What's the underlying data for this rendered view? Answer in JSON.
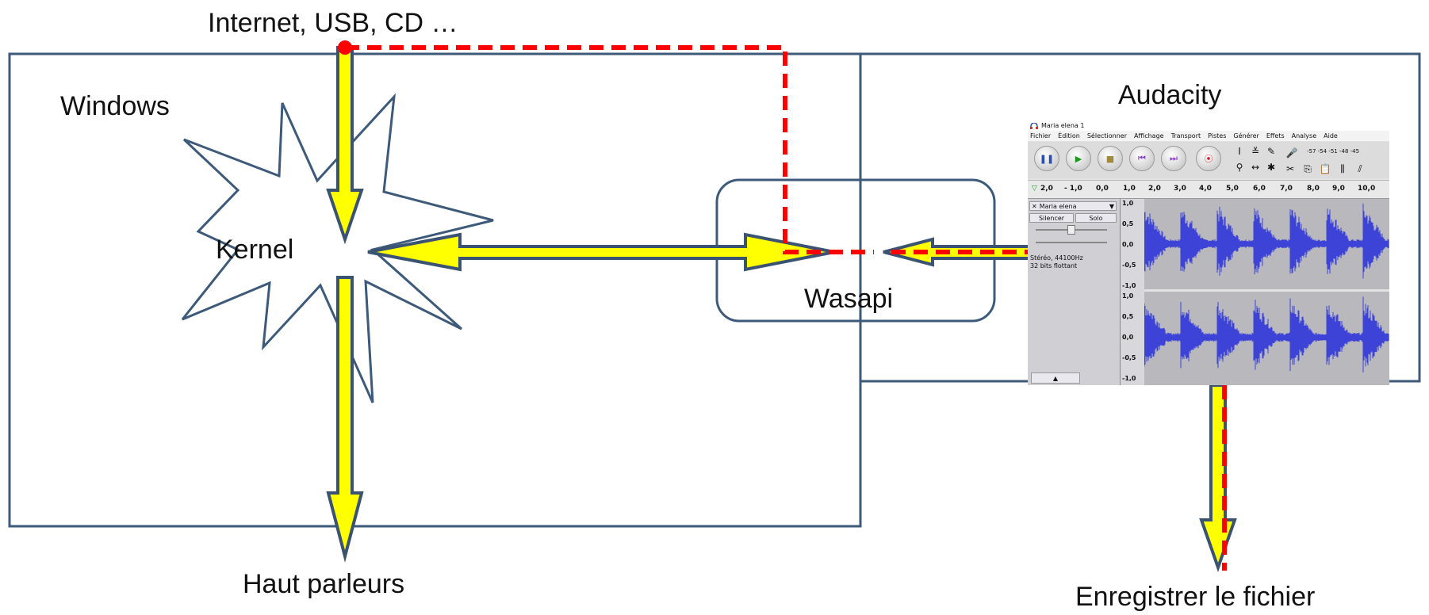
{
  "labels": {
    "source": "Internet, USB, CD …",
    "windows": "Windows",
    "kernel": "Kernel",
    "wasapi": "Wasapi",
    "audacity": "Audacity",
    "speakers": "Haut parleurs",
    "save_file": "Enregistrer le fichier"
  },
  "audacity_window": {
    "title": "Maria elena 1",
    "menu": [
      "Fichier",
      "Édition",
      "Sélectionner",
      "Affichage",
      "Transport",
      "Pistes",
      "Générer",
      "Effets",
      "Analyse",
      "Aide"
    ],
    "ruler_ticks": [
      "2,0",
      "- 1,0",
      "0,0",
      "1,0",
      "2,0",
      "3,0",
      "4,0",
      "5,0",
      "6,0",
      "7,0",
      "8,0",
      "9,0",
      "10,0"
    ],
    "meter_label": "-57 -54 -51 -48 -45",
    "track_name": "Maria elena",
    "mute_label": "Silencer",
    "solo_label": "Solo",
    "track_info_1": "Stéréo, 44100Hz",
    "track_info_2": "32 bits flottant",
    "scale_top": [
      "1,0",
      "0,5",
      "0,0",
      "-0,5",
      "-1,0"
    ],
    "scale_bottom": [
      "1,0",
      "0,5",
      "0,0",
      "-0,5",
      "-1,0"
    ]
  },
  "colors": {
    "box_border": "#3d5a7a",
    "arrow_fill": "#ffff00",
    "arrow_stroke": "#3b5373",
    "dashed_path": "#ff0000",
    "waveform": "#3c43d6",
    "track_bg": "#cfcfd4"
  },
  "icons": [
    "star-burst-kernel",
    "source-dot",
    "headphones-icon",
    "pause-icon",
    "play-icon",
    "stop-icon",
    "skip-start-icon",
    "skip-end-icon",
    "record-icon"
  ]
}
